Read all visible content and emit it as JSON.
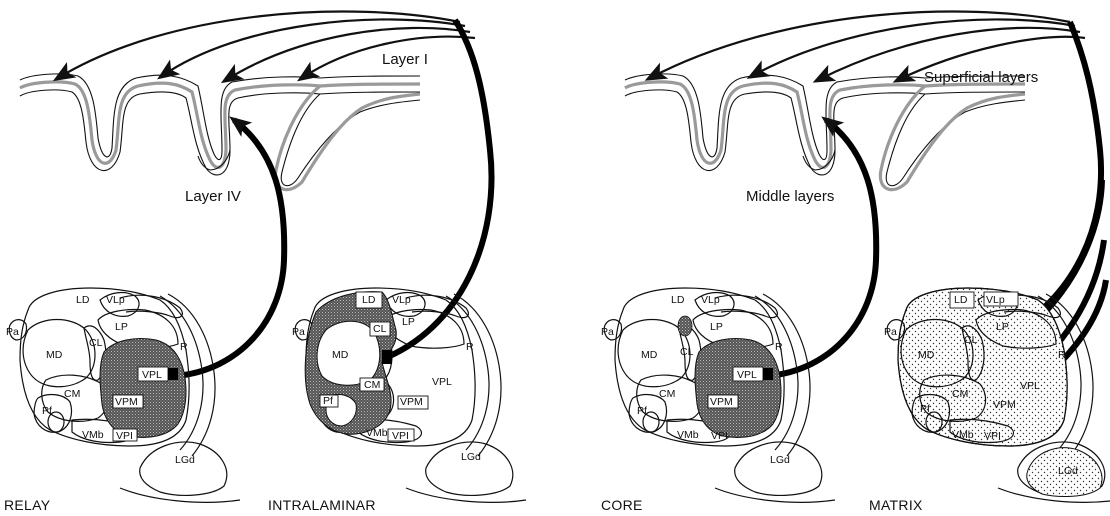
{
  "diagram": {
    "panels": [
      {
        "cortex_labels": [
          "Layer I",
          "Layer IV"
        ],
        "thalamus": [
          {
            "caption": "RELAY",
            "nuclei": [
              "LD",
              "VLp",
              "Pa",
              "LP",
              "MD",
              "CL",
              "R",
              "VPL",
              "CM",
              "VPM",
              "Pf",
              "VMb",
              "VPI",
              "LGd"
            ]
          },
          {
            "caption": "INTRALAMINAR",
            "nuclei": [
              "LD",
              "VLp",
              "Pa",
              "CL",
              "LP",
              "MD",
              "R",
              "CM",
              "VPL",
              "VPM",
              "Pf",
              "VMb",
              "VPI",
              "LGd"
            ]
          }
        ]
      },
      {
        "cortex_labels": [
          "Superficial layers",
          "Middle layers"
        ],
        "thalamus": [
          {
            "caption": "CORE",
            "nuclei": [
              "LD",
              "VLp",
              "Pa",
              "LP",
              "MD",
              "CL",
              "R",
              "VPL",
              "CM",
              "VPM",
              "Pf",
              "VMb",
              "VPI",
              "LGd"
            ]
          },
          {
            "caption": "MATRIX",
            "nuclei": [
              "LD",
              "VLp",
              "Pa",
              "LP",
              "MD",
              "CL",
              "R",
              "VPL",
              "CM",
              "VPM",
              "Pf",
              "VMb",
              "VPI",
              "LGd"
            ]
          }
        ]
      }
    ]
  }
}
